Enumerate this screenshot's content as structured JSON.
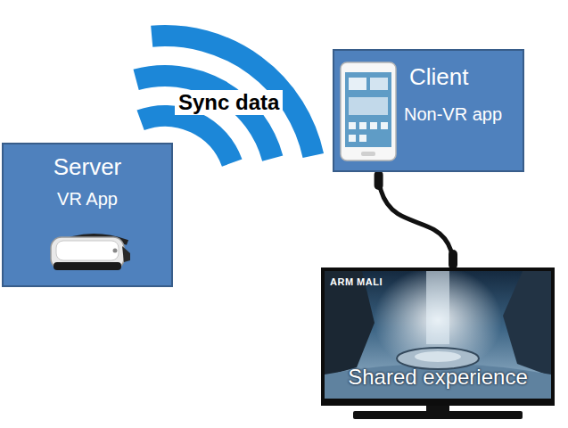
{
  "diagram": {
    "nodes": [
      {
        "text": [
          "Server",
          "VR App"
        ]
      },
      {
        "text": [
          "Client",
          "Non-VR app"
        ]
      },
      {
        "text": [
          "Shared experience"
        ]
      }
    ],
    "edges": [
      {
        "from": 1,
        "to": 2,
        "arrow": "none"
      }
    ],
    "labels": [
      "Sync data",
      "ARM MALI"
    ]
  }
}
